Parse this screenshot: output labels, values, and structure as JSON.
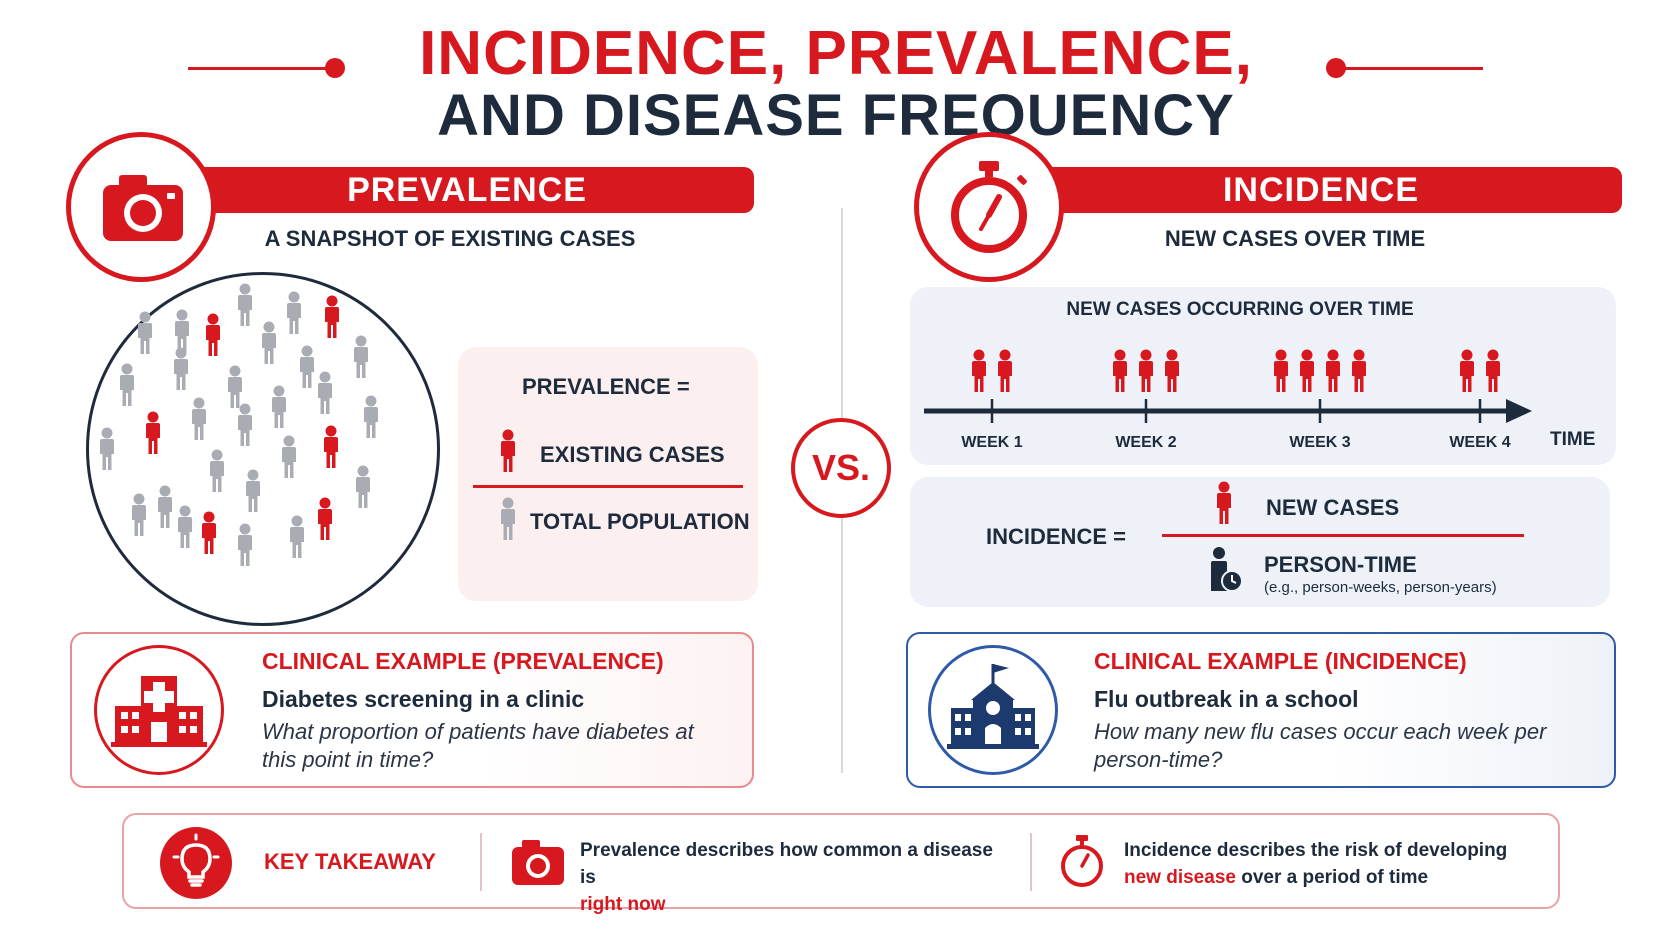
{
  "title": {
    "line1": "INCIDENCE, PREVALENCE,",
    "line2": "AND DISEASE FREQUENCY"
  },
  "prevalence": {
    "header": "PREVALENCE",
    "subtitle": "A SNAPSHOT OF EXISTING CASES",
    "formula": {
      "lhs": "PREVALENCE =",
      "numerator": "EXISTING CASES",
      "denominator": "TOTAL POPULATION"
    },
    "example": {
      "title": "CLINICAL EXAMPLE (PREVALENCE)",
      "main": "Diabetes screening in a clinic",
      "question": "What proportion of patients have diabetes at this point in time?"
    }
  },
  "vs_label": "VS.",
  "incidence": {
    "header": "INCIDENCE",
    "subtitle": "NEW CASES OVER TIME",
    "timeline": {
      "title": "NEW CASES OCCURRING OVER TIME",
      "weeks": [
        {
          "label": "WEEK 1",
          "new_cases": 2
        },
        {
          "label": "WEEK 2",
          "new_cases": 3
        },
        {
          "label": "WEEK 3",
          "new_cases": 4
        },
        {
          "label": "WEEK 4",
          "new_cases": 2
        }
      ],
      "axis_label": "TIME"
    },
    "formula": {
      "lhs": "INCIDENCE =",
      "numerator": "NEW CASES",
      "denominator": "PERSON-TIME",
      "denominator_note": "(e.g., person-weeks, person-years)"
    },
    "example": {
      "title": "CLINICAL EXAMPLE (INCIDENCE)",
      "main": "Flu outbreak in a school",
      "question": "How many new flu cases occur each week per person-time?"
    }
  },
  "takeaway": {
    "label": "KEY TAKEAWAY",
    "prevalence_text": "Prevalence describes how common a disease is",
    "prevalence_highlight": "right now",
    "incidence_text": "Incidence describes the risk of developing",
    "incidence_highlight": "new disease",
    "incidence_tail": "over a period of time"
  },
  "colors": {
    "accent_red": "#d8181f",
    "navy": "#1d2b3c",
    "gray_person": "#a9adb3",
    "incidence_blue": "#2f5aa8",
    "panel_blue": "#eef2f8",
    "panel_pink": "#fcefef"
  },
  "icons": {
    "prevalence": "camera-icon",
    "incidence": "stopwatch-icon",
    "prevalence_example": "hospital-icon",
    "incidence_example": "school-icon",
    "takeaway": "lightbulb-icon"
  }
}
